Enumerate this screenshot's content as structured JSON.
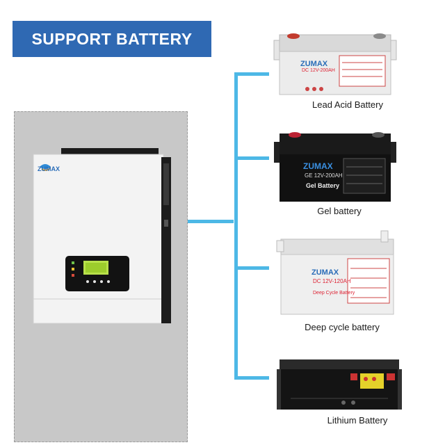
{
  "banner": {
    "title": "SUPPORT BATTERY"
  },
  "inverter": {
    "brand": "ZUMAX"
  },
  "batteries": [
    {
      "label": "Lead Acid Battery",
      "brand": "ZUMAX",
      "model": "DC 12V-200AH"
    },
    {
      "label": "Gel battery",
      "brand": "ZUMAX",
      "model": "GE 12V-200AH",
      "type_text": "Gel Battery"
    },
    {
      "label": "Deep cycle battery",
      "brand": "ZUMAX",
      "model": "DC 12V-120AH",
      "type_text": "Deep Cycle Battery"
    },
    {
      "label": "Lithium Battery"
    }
  ],
  "colors": {
    "banner": "#2f69b3",
    "connector": "#4db8e6",
    "panel": "#c8c8c8"
  }
}
